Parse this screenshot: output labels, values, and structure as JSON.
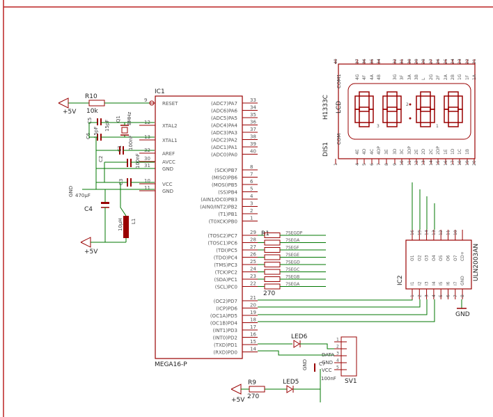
{
  "ic1": {
    "name": "IC1",
    "value": "MEGA16-P",
    "left_pins": [
      {
        "label": "RESET",
        "num": "9"
      },
      {
        "label": "XTAL2",
        "num": "12"
      },
      {
        "label": "XTAL1",
        "num": "13"
      },
      {
        "label": "AREF",
        "num": "32"
      },
      {
        "label": "AVCC",
        "num": "30"
      },
      {
        "label": "GND",
        "num": "31"
      },
      {
        "label": "VCC",
        "num": "10"
      },
      {
        "label": "GND",
        "num": "11"
      }
    ],
    "pa_pins": [
      {
        "label": "(ADC7)PA7",
        "num": "33"
      },
      {
        "label": "(ADC6)PA6",
        "num": "34"
      },
      {
        "label": "(ADC5)PA5",
        "num": "35"
      },
      {
        "label": "(ADC4)PA4",
        "num": "36"
      },
      {
        "label": "(ADC3)PA3",
        "num": "37"
      },
      {
        "label": "(ADC2)PA2",
        "num": "38"
      },
      {
        "label": "(ADC1)PA1",
        "num": "39"
      },
      {
        "label": "(ADC0)PA0",
        "num": "40"
      }
    ],
    "pb_pins": [
      {
        "label": "(SCK)PB7",
        "num": "8"
      },
      {
        "label": "(MISO)PB6",
        "num": "7"
      },
      {
        "label": "(MOSI)PB5",
        "num": "6"
      },
      {
        "label": "(SS)PB4",
        "num": "5"
      },
      {
        "label": "(AIN1/OC0)PB3",
        "num": "4"
      },
      {
        "label": "(AIN0/INT2)PB2",
        "num": "3"
      },
      {
        "label": "(T1)PB1",
        "num": "2"
      },
      {
        "label": "(T0XCK)PB0",
        "num": "1"
      }
    ],
    "pc_pins": [
      {
        "label": "(TOSC2)PC7",
        "num": "29"
      },
      {
        "label": "(TOSC1)PC6",
        "num": "28"
      },
      {
        "label": "(TDI)PC5",
        "num": "27"
      },
      {
        "label": "(TDO)PC4",
        "num": "26"
      },
      {
        "label": "(TMS)PC3",
        "num": "25"
      },
      {
        "label": "(TCK)PC2",
        "num": "24"
      },
      {
        "label": "(SDA)PC1",
        "num": "23"
      },
      {
        "label": "(SCL)PC0",
        "num": "22"
      }
    ],
    "pd_pins": [
      {
        "label": "(OC2)PD7",
        "num": "21"
      },
      {
        "label": "(ICP)PD6",
        "num": "20"
      },
      {
        "label": "(OC1A)PD5",
        "num": "19"
      },
      {
        "label": "(OC1B)PD4",
        "num": "18"
      },
      {
        "label": "(INT1)PD3",
        "num": "17"
      },
      {
        "label": "(INT0)PD2",
        "num": "16"
      },
      {
        "label": "(TXD)PD1",
        "num": "15"
      },
      {
        "label": "(RXD)PD0",
        "num": "14"
      }
    ]
  },
  "r1": {
    "name": "R1",
    "value": "270",
    "nets": [
      "7SEGDP",
      "7SEGA",
      "7SEGF",
      "7SEGE",
      "7SEGD",
      "7SEGC",
      "7SEGB",
      "7SEGA"
    ]
  },
  "r10": {
    "name": "R10",
    "value": "10k"
  },
  "r9": {
    "name": "R9",
    "value": "270"
  },
  "c5": {
    "name": "C5",
    "value": "15pF"
  },
  "c6": {
    "name": "C6",
    "value": "15pF"
  },
  "q1": {
    "name": "Q1",
    "value": "8MHz"
  },
  "c1": {
    "name": "C1",
    "value": "100nF"
  },
  "c2": {
    "name": "C2",
    "value": "100nF"
  },
  "c3": {
    "name": "C3",
    "value": "100nF"
  },
  "c4": {
    "name": "C4",
    "value": "470µF"
  },
  "l1": {
    "name": "L1",
    "value": "10µH"
  },
  "vcc_label": "+5V",
  "gnd_label": "GND",
  "display": {
    "name": "DIS1",
    "value": "H1333C",
    "lcd_text": "LCD",
    "com_top": "COM1",
    "com_bottom": "COM",
    "top_nums": [
      "40",
      "37",
      "36",
      "35",
      "34",
      "32",
      "31",
      "30",
      "29",
      "28",
      "27",
      "26",
      "25",
      "24",
      "23",
      "22",
      "21"
    ],
    "top_segs": [
      "4G",
      "4F",
      "4A",
      "4B",
      "3G",
      "3F",
      "3A",
      "3B",
      "L",
      "2G",
      "2F",
      "2A",
      "2B",
      "1G",
      "1F",
      "1A"
    ],
    "bottom_nums": [
      "1",
      "4",
      "5",
      "6",
      "7",
      "8",
      "9",
      "10",
      "11",
      "12",
      "13",
      "14",
      "15",
      "16",
      "17",
      "18",
      "19",
      "20"
    ],
    "bottom_segs": [
      "4E",
      "4D",
      "4C",
      "4DP",
      "3E",
      "3D",
      "3C",
      "3DP",
      "2E",
      "2D",
      "2C",
      "2DP",
      "1E",
      "1D",
      "1C",
      "1B"
    ],
    "digit_marks": [
      "3",
      "2",
      "1"
    ]
  },
  "ic2": {
    "name": "IC2",
    "value": "ULN2003AN",
    "outputs": [
      "O1",
      "O2",
      "O3",
      "O4",
      "O5",
      "O6",
      "O7",
      "CD+"
    ],
    "out_nums": [
      "16",
      "15",
      "14",
      "13",
      "12",
      "11",
      "10",
      ""
    ],
    "inputs": [
      "I1",
      "I2",
      "I3",
      "I4",
      "I5",
      "I6",
      "I7",
      "GND"
    ],
    "in_nums": [
      "1",
      "2",
      "3",
      "4",
      "5",
      "6",
      "7",
      "8"
    ],
    "gnd_label": "GND"
  },
  "led6": {
    "name": "LED6"
  },
  "led5": {
    "name": "LED5"
  },
  "c7": {
    "name": "C7",
    "value": "100nF"
  },
  "sv1": {
    "name": "SV1",
    "pins": [
      "1",
      "2",
      "3",
      "4",
      "5"
    ],
    "labels": [
      "DATA",
      "GND",
      "VCC"
    ]
  }
}
